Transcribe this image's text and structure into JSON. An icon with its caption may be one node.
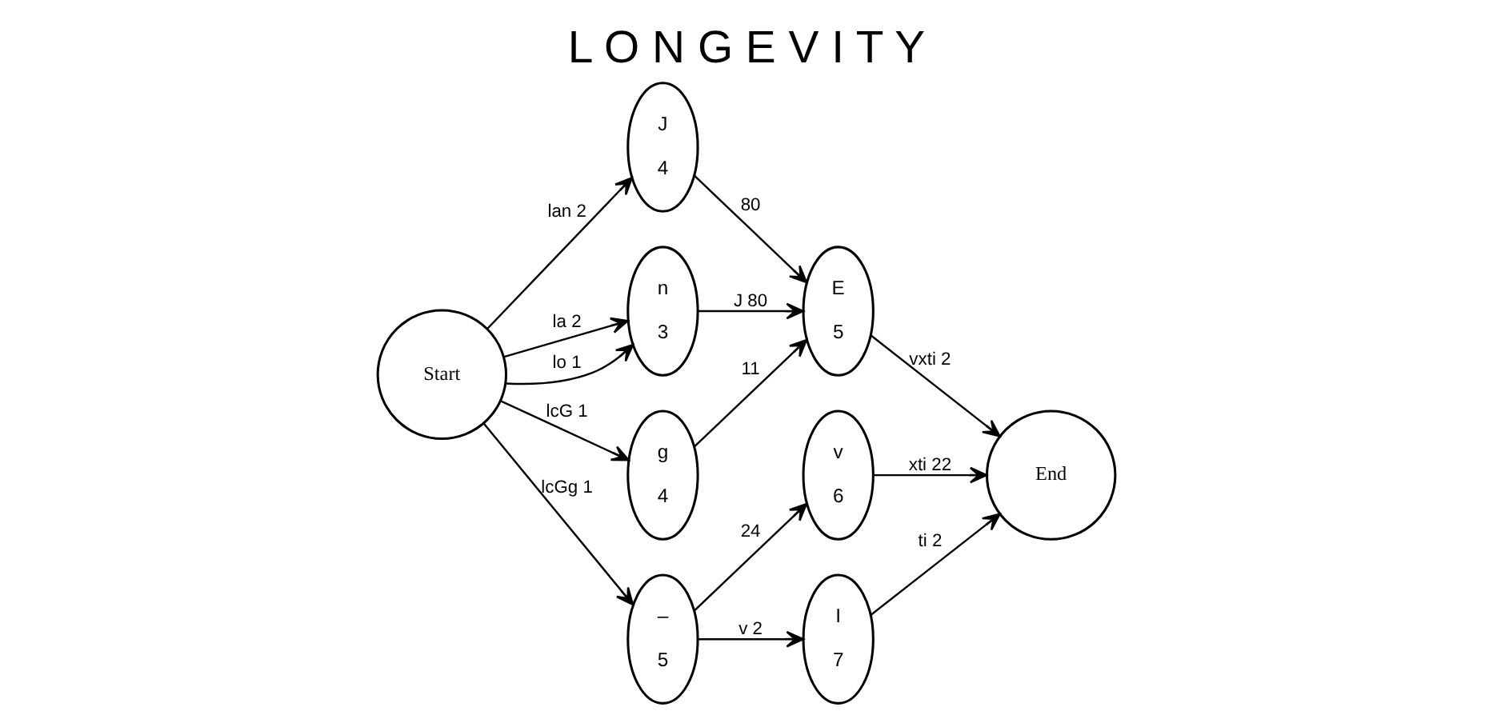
{
  "diagram": {
    "title": "L O N G E V I T Y",
    "nodes": [
      {
        "text": [
          "Start"
        ]
      },
      {
        "text": [
          "J",
          "4"
        ]
      },
      {
        "text": [
          "n",
          "3"
        ]
      },
      {
        "text": [
          "E",
          "5"
        ]
      },
      {
        "text": [
          "g",
          "4"
        ]
      },
      {
        "text": [
          "–",
          "5"
        ]
      },
      {
        "text": [
          "v",
          "6"
        ]
      },
      {
        "text": [
          "I",
          "7"
        ]
      },
      {
        "text": [
          "End"
        ]
      }
    ],
    "edges": [
      {
        "from": 0,
        "to": 1,
        "arrow": "to",
        "label": "lan 2"
      },
      {
        "from": 0,
        "to": 2,
        "arrow": "to",
        "label": "la 2"
      },
      {
        "from": 0,
        "to": 2,
        "arrow": "to",
        "label": "lo 1"
      },
      {
        "from": 0,
        "to": 4,
        "arrow": "to",
        "label": "lcG 1"
      },
      {
        "from": 0,
        "to": 5,
        "arrow": "to",
        "label": "lcGg 1"
      },
      {
        "from": 1,
        "to": 3,
        "arrow": "to",
        "label": "80"
      },
      {
        "from": 2,
        "to": 3,
        "arrow": "to",
        "label": "J 80"
      },
      {
        "from": 4,
        "to": 3,
        "arrow": "to",
        "label": "11"
      },
      {
        "from": 5,
        "to": 6,
        "arrow": "to",
        "label": "24"
      },
      {
        "from": 5,
        "to": 7,
        "arrow": "to",
        "label": "v 2"
      },
      {
        "from": 3,
        "to": 8,
        "arrow": "to",
        "label": "vxti 2"
      },
      {
        "from": 6,
        "to": 8,
        "arrow": "to",
        "label": "xti 22"
      },
      {
        "from": 7,
        "to": 8,
        "arrow": "to",
        "label": "ti 2"
      }
    ]
  }
}
